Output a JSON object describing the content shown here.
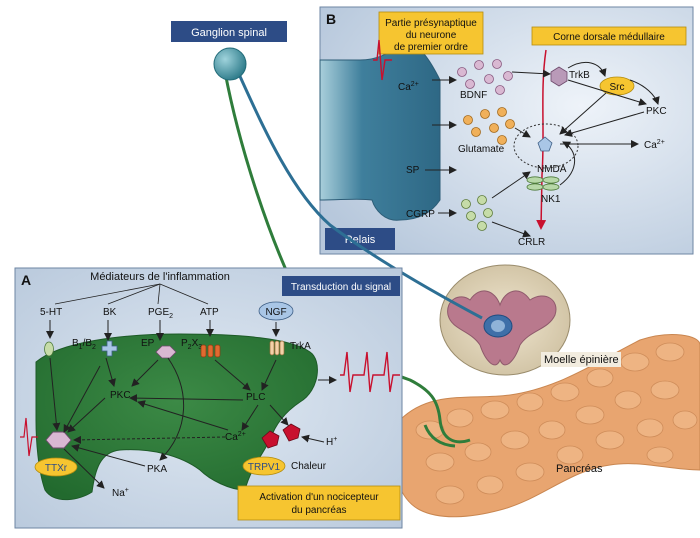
{
  "ganglion": {
    "label": "Ganglion spinal"
  },
  "panel_b": {
    "letter": "B",
    "presynaptic_box": [
      "Partie présynaptique",
      "du neurone",
      "de premier ordre"
    ],
    "dorsal_horn_box": "Corne dorsale médullaire",
    "relay_label": "Relais",
    "ca_label": "Ca",
    "ca_sup": "2+",
    "bdnf": "BDNF",
    "glutamate": "Glutamate",
    "sp": "SP",
    "cgrp": "CGRP",
    "trkb": "TrkB",
    "src": "Src",
    "pkc": "PKC",
    "ca_right": "Ca",
    "ca_right_sup": "2+",
    "nmda": "NMDA",
    "nk1": "NK1",
    "crlr": "CRLR"
  },
  "spinal_cord": {
    "label": "Moelle épinière"
  },
  "pancreas": {
    "label": "Pancréas"
  },
  "panel_a": {
    "letter": "A",
    "mediators_title": "Médiateurs de l'inflammation",
    "signal_box": "Transduction du signal",
    "ht": "5-HT",
    "bk": "BK",
    "pge": "PGE",
    "pge_sub": "2",
    "atp": "ATP",
    "ngf": "NGF",
    "b1b2": "B",
    "b1_sub": "1",
    "b_slash": "/B",
    "b2_sub": "2",
    "ep": "EP",
    "p2x3": "P",
    "p2_sub": "2",
    "x": "X",
    "x3_sub": "3",
    "trka": "TrkA",
    "pkc": "PKC",
    "plc": "PLC",
    "ca": "Ca",
    "ca_sup": "2+",
    "h": "H",
    "h_sup": "+",
    "ttxr": "TTXr",
    "trpv1": "TRPV1",
    "chaleur": "Chaleur",
    "pka": "PKA",
    "na": "Na",
    "na_sup": "+",
    "activation_box": [
      "Activation d'un nocicepteur",
      "du pancréas"
    ]
  },
  "colors": {
    "panel_bg": "#c4d3e3",
    "dark_blue": "#2d4c86",
    "yellow_box": "#f6c530",
    "neuron_green": "#2f7d3b",
    "neuron_teal": "#3f7f9c",
    "pancreas": "#e8a570",
    "red": "#c8102e"
  }
}
